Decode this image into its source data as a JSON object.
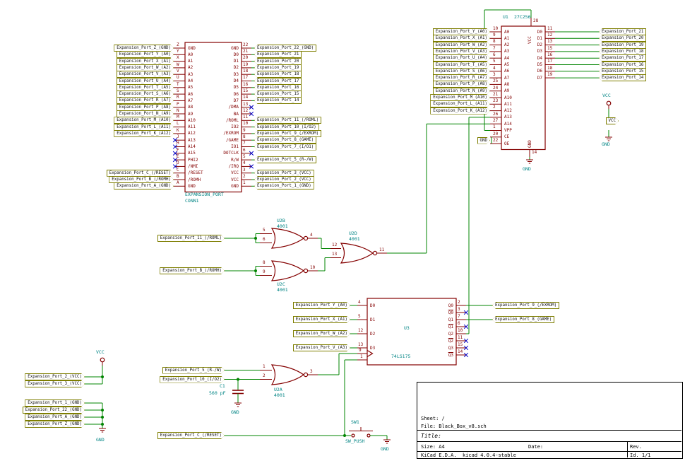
{
  "colors": {
    "wire": "#008400",
    "component": "#840000",
    "hier_label_shape": "#7e7e00",
    "no_connect": "#0000c8",
    "annotation": "#008484",
    "label_text": "#111111"
  },
  "power": {
    "vcc": "VCC",
    "gnd": "GND"
  },
  "conn1": {
    "value": "EXPANSION_PORT",
    "ref": "CONN1",
    "rows": [
      {
        "lpin": "Z",
        "lname": "GND",
        "llabel": "Expansion_Port_Z_(GND)",
        "rname": "GND",
        "rpin": "22",
        "rlabel": "Expansion_Port_22_(GND)"
      },
      {
        "lpin": "Y",
        "lname": "A0",
        "llabel": "Expansion_Port_Y_(A0)",
        "rname": "D0",
        "rpin": "21",
        "rlabel": "Expansion_Port_21"
      },
      {
        "lpin": "X",
        "lname": "A1",
        "llabel": "Expansion_Port_X_(A1)",
        "rname": "D1",
        "rpin": "20",
        "rlabel": "Expansion_Port_20"
      },
      {
        "lpin": "W",
        "lname": "A2",
        "llabel": "Expansion_Port_W_(A2)",
        "rname": "D2",
        "rpin": "19",
        "rlabel": "Expansion_Port_19"
      },
      {
        "lpin": "V",
        "lname": "A3",
        "llabel": "Expansion_Port_V_(A3)",
        "rname": "D3",
        "rpin": "18",
        "rlabel": "Expansion_Port_18"
      },
      {
        "lpin": "U",
        "lname": "A4",
        "llabel": "Expansion_Port_U_(A4)",
        "rname": "D4",
        "rpin": "17",
        "rlabel": "Expansion_Port_17"
      },
      {
        "lpin": "T",
        "lname": "A5",
        "llabel": "Expansion_Port_T_(A5)",
        "rname": "D5",
        "rpin": "16",
        "rlabel": "Expansion_Port_16"
      },
      {
        "lpin": "S",
        "lname": "A6",
        "llabel": "Expansion_Port_S_(A6)",
        "rname": "D6",
        "rpin": "15",
        "rlabel": "Expansion_Port_15"
      },
      {
        "lpin": "R",
        "lname": "A7",
        "llabel": "Expansion_Port_R_(A7)",
        "rname": "D7",
        "rpin": "14",
        "rlabel": "Expansion_Port_14"
      },
      {
        "lpin": "P",
        "lname": "A8",
        "llabel": "Expansion_Port_P_(A8)",
        "rname": "/DMA",
        "rpin": "13",
        "rnc": true
      },
      {
        "lpin": "N",
        "lname": "A9",
        "llabel": "Expansion_Port_N_(A9)",
        "rname": "BA",
        "rpin": "12",
        "rnc": true
      },
      {
        "lpin": "M",
        "lname": "A10",
        "llabel": "Expansion_Port_M_(A10)",
        "rname": "/ROML",
        "rpin": "11",
        "rlabel": "Expansion_Port_11_(/ROML)"
      },
      {
        "lpin": "L",
        "lname": "A11",
        "llabel": "Expansion_Port_L_(A11)",
        "rname": "IO2",
        "rpin": "10",
        "rlabel": "Expansion_Port_10_(I/O2)"
      },
      {
        "lpin": "K",
        "lname": "A12",
        "llabel": "Expansion_Port_K_(A12)",
        "rname": "/EXROM",
        "rpin": "9",
        "rlabel": "Expansion_Port_9_(/EXROM)"
      },
      {
        "lpin": "J",
        "lname": "A13",
        "lnc": true,
        "rname": "/GAME",
        "rpin": "8",
        "rlabel": "Expansion_Port_8_(GAME)"
      },
      {
        "lpin": "H",
        "lname": "A14",
        "lnc": true,
        "rname": "IO1",
        "rpin": "7",
        "rlabel": "Expansion_Port_7_(I/O1)"
      },
      {
        "lpin": "F",
        "lname": "A15",
        "lnc": true,
        "rname": "DOTCLK",
        "rpin": "6",
        "rnc": true
      },
      {
        "lpin": "E",
        "lname": "PHI2",
        "lnc": true,
        "rname": "R/W",
        "rpin": "5",
        "rlabel": "Expansion_Port_5_(R-/W)"
      },
      {
        "lpin": "D",
        "lname": "/NMI",
        "lnc": true,
        "rname": "/IRQ",
        "rpin": "4",
        "rnc": true
      },
      {
        "lpin": "C",
        "lname": "/RESET",
        "llabel": "Expansion_Port_C_(/RESET)",
        "rname": "VCC",
        "rpin": "3",
        "rlabel": "Expansion_Port_3_(VCC)"
      },
      {
        "lpin": "B",
        "lname": "/ROMH",
        "llabel": "Expansion_Port_B_(/ROMH)",
        "rname": "VCC",
        "rpin": "2",
        "rlabel": "Expansion_Port_2_(VCC)"
      },
      {
        "lpin": "A",
        "lname": "GND",
        "llabel": "Expansion_Port_A_(GND)",
        "rname": "GND",
        "rpin": "1",
        "rlabel": "Expansion_Port_1_(GND)"
      }
    ]
  },
  "u1": {
    "ref": "U1",
    "value": "27C256",
    "left": [
      {
        "name": "A0",
        "num": "10",
        "label": "Expansion_Port_Y_(A0)"
      },
      {
        "name": "A1",
        "num": "9",
        "label": "Expansion_Port_X_(A1)"
      },
      {
        "name": "A2",
        "num": "8",
        "label": "Expansion_Port_W_(A2)"
      },
      {
        "name": "A3",
        "num": "7",
        "label": "Expansion_Port_V_(A3)"
      },
      {
        "name": "A4",
        "num": "6",
        "label": "Expansion_Port_U_(A4)"
      },
      {
        "name": "A5",
        "num": "5",
        "label": "Expansion_Port_T_(A5)"
      },
      {
        "name": "A6",
        "num": "4",
        "label": "Expansion_Port_S_(A6)"
      },
      {
        "name": "A7",
        "num": "3",
        "label": "Expansion_Port_R_(A7)"
      },
      {
        "name": "A8",
        "num": "25",
        "label": "Expansion_Port_P_(A8)"
      },
      {
        "name": "A9",
        "num": "24",
        "label": "Expansion_Port_N_(A9)"
      },
      {
        "name": "A10",
        "num": "21",
        "label": "Expansion_Port_M_(A10)"
      },
      {
        "name": "A11",
        "num": "23",
        "label": "Expansion_Port_L_(A11)"
      },
      {
        "name": "A12",
        "num": "2",
        "label": "Expansion_Port_K_(A12)"
      },
      {
        "name": "A13",
        "num": "26",
        "wired": true
      },
      {
        "name": "A14",
        "num": "27",
        "wired": true
      },
      {
        "name": "VPP",
        "num": "1",
        "wired": true
      },
      {
        "name": "CE",
        "num": "20",
        "wired": true
      },
      {
        "name": "OE",
        "num": "22",
        "wired": true
      }
    ],
    "right": [
      {
        "name": "D0",
        "num": "11",
        "label": "Expansion_Port_21"
      },
      {
        "name": "D1",
        "num": "12",
        "label": "Expansion_Port_20"
      },
      {
        "name": "D2",
        "num": "13",
        "label": "Expansion_Port_19"
      },
      {
        "name": "D3",
        "num": "15",
        "label": "Expansion_Port_18"
      },
      {
        "name": "D4",
        "num": "16",
        "label": "Expansion_Port_17"
      },
      {
        "name": "D5",
        "num": "17",
        "label": "Expansion_Port_16"
      },
      {
        "name": "D6",
        "num": "18",
        "label": "Expansion_Port_15"
      },
      {
        "name": "D7",
        "num": "19",
        "label": "Expansion_Port_14"
      }
    ],
    "top_pin": {
      "name": "VCC",
      "num": "28"
    },
    "bottom_pin": {
      "name": "GND",
      "num": "14"
    },
    "enable_gnd_label": "GND"
  },
  "gates": {
    "u2b": {
      "ref": "U2B",
      "value": "4001",
      "in_nums": [
        "5",
        "6"
      ],
      "out_num": "4",
      "input_label": "Expansion_Port_11_(/ROML)"
    },
    "u2c": {
      "ref": "U2C",
      "value": "4001",
      "in_nums": [
        "8",
        "9"
      ],
      "out_num": "10",
      "input_label": "Expansion_Port_B_(/ROMH)"
    },
    "u2d": {
      "ref": "U2D",
      "value": "4001",
      "in_nums": [
        "12",
        "13"
      ],
      "out_num": "11"
    },
    "u2a": {
      "ref": "U2A",
      "value": "4001",
      "in_nums": [
        "1",
        "2"
      ],
      "out_num": "3",
      "input_labels": [
        "Expansion_Port_5_(R-/W)",
        "Expansion_Port_10_(I/O2)"
      ]
    }
  },
  "u3": {
    "ref": "U3",
    "value": "74LS175",
    "left": [
      {
        "name": "D0",
        "num": "4",
        "label": "Expansion_Port_Y_(A0)"
      },
      {
        "name": "D1",
        "num": "5",
        "label": "Expansion_Port_X_(A1)"
      },
      {
        "name": "D2",
        "num": "12",
        "label": "Expansion_Port_W_(A2)"
      },
      {
        "name": "D3",
        "num": "13",
        "label": "Expansion_Port_V_(A3)"
      }
    ],
    "clk_num": "9",
    "mr_num": "1",
    "right": [
      {
        "name": "Q0",
        "num": "2",
        "label": "Expansion_Port_9_(/EXROM)"
      },
      {
        "name": "Q0",
        "inv": true,
        "num": "3",
        "nc": true
      },
      {
        "name": "Q1",
        "num": "7",
        "label": "Expansion_Port_8_(GAME)"
      },
      {
        "name": "Q1",
        "inv": true,
        "num": "6",
        "nc": true
      },
      {
        "name": "Q2",
        "num": "10",
        "wired": true
      },
      {
        "name": "Q2",
        "inv": true,
        "num": "11",
        "nc": true
      },
      {
        "name": "Q3",
        "num": "15",
        "nc": true
      },
      {
        "name": "Q3",
        "inv": true,
        "num": "14",
        "nc": true
      }
    ]
  },
  "power_left": {
    "vcc_labels": [
      "Expansion_Port_2_(VCC)",
      "Expansion_Port_3_(VCC)"
    ],
    "gnd_labels": [
      "Expansion_Port_1_(GND)",
      "Expansion_Port_22_(GND)",
      "Expansion_Port_A_(GND)",
      "Expansion_Port_Z_(GND)"
    ]
  },
  "cap": {
    "ref": "C1",
    "value": "560 pF"
  },
  "sw": {
    "ref": "SW1",
    "value": "SW_PUSH",
    "reset_label": "Expansion_Port_C_(/RESET)"
  },
  "pwr_right": {
    "vcc_flag_label": "VCC"
  },
  "title_block": {
    "sheet": "Sheet: /",
    "file": "File: Black_Box_v8.sch",
    "title": "Title:",
    "size": "Size: A4",
    "date": "Date: ",
    "rev": "Rev. ",
    "generator": "KiCad E.D.A.  kicad 4.0.4-stable",
    "id": "Id. 1/1"
  }
}
